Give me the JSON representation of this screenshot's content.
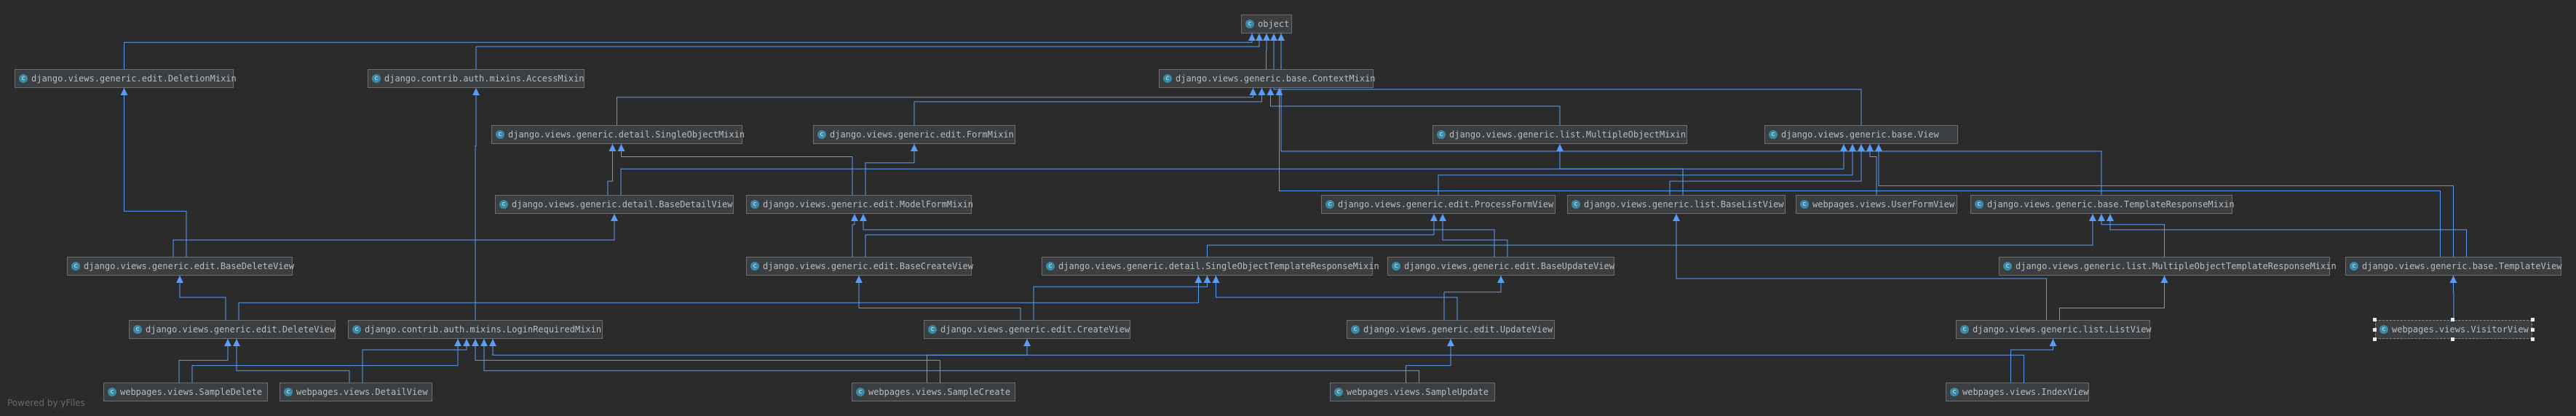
{
  "diagram": {
    "nodes": {
      "object": "object",
      "deletion_mixin": "django.views.generic.edit.DeletionMixin",
      "access_mixin": "django.contrib.auth.mixins.AccessMixin",
      "context_mixin": "django.views.generic.base.ContextMixin",
      "single_object_mixin": "django.views.generic.detail.SingleObjectMixin",
      "form_mixin": "django.views.generic.edit.FormMixin",
      "multiple_object_mixin": "django.views.generic.list.MultipleObjectMixin",
      "view": "django.views.generic.base.View",
      "base_detail_view": "django.views.generic.detail.BaseDetailView",
      "model_form_mixin": "django.views.generic.edit.ModelFormMixin",
      "process_form_view": "django.views.generic.edit.ProcessFormView",
      "base_list_view": "django.views.generic.list.BaseListView",
      "user_form_view": "webpages.views.UserFormView",
      "template_response_mixin": "django.views.generic.base.TemplateResponseMixin",
      "base_delete_view": "django.views.generic.edit.BaseDeleteView",
      "base_create_view": "django.views.generic.edit.BaseCreateView",
      "single_object_template_response_mixin": "django.views.generic.detail.SingleObjectTemplateResponseMixin",
      "base_update_view": "django.views.generic.edit.BaseUpdateView",
      "multiple_object_template_response_mixin": "django.views.generic.list.MultipleObjectTemplateResponseMixin",
      "template_view": "django.views.generic.base.TemplateView",
      "delete_view": "django.views.generic.edit.DeleteView",
      "login_required_mixin": "django.contrib.auth.mixins.LoginRequiredMixin",
      "create_view": "django.views.generic.edit.CreateView",
      "update_view": "django.views.generic.edit.UpdateView",
      "list_view": "django.views.generic.list.ListView",
      "visitor_view": "webpages.views.VisitorView",
      "sample_delete": "webpages.views.SampleDelete",
      "detail_view": "webpages.views.DetailView",
      "sample_create": "webpages.views.SampleCreate",
      "sample_update": "webpages.views.SampleUpdate",
      "index_view": "webpages.views.IndexView"
    },
    "edges": [
      [
        "deletion_mixin",
        "object"
      ],
      [
        "access_mixin",
        "object"
      ],
      [
        "context_mixin",
        "object"
      ],
      [
        "view",
        "object"
      ],
      [
        "template_response_mixin",
        "object"
      ],
      [
        "single_object_mixin",
        "context_mixin"
      ],
      [
        "form_mixin",
        "context_mixin"
      ],
      [
        "multiple_object_mixin",
        "context_mixin"
      ],
      [
        "template_view",
        "context_mixin"
      ],
      [
        "base_detail_view",
        "single_object_mixin"
      ],
      [
        "model_form_mixin",
        "single_object_mixin"
      ],
      [
        "model_form_mixin",
        "form_mixin"
      ],
      [
        "base_detail_view",
        "view"
      ],
      [
        "process_form_view",
        "view"
      ],
      [
        "base_list_view",
        "view"
      ],
      [
        "user_form_view",
        "view"
      ],
      [
        "template_view",
        "view"
      ],
      [
        "base_list_view",
        "multiple_object_mixin"
      ],
      [
        "base_delete_view",
        "base_detail_view"
      ],
      [
        "base_delete_view",
        "deletion_mixin"
      ],
      [
        "base_create_view",
        "model_form_mixin"
      ],
      [
        "base_update_view",
        "model_form_mixin"
      ],
      [
        "base_create_view",
        "process_form_view"
      ],
      [
        "base_update_view",
        "process_form_view"
      ],
      [
        "single_object_template_response_mixin",
        "template_response_mixin"
      ],
      [
        "multiple_object_template_response_mixin",
        "template_response_mixin"
      ],
      [
        "template_view",
        "template_response_mixin"
      ],
      [
        "delete_view",
        "base_delete_view"
      ],
      [
        "delete_view",
        "single_object_template_response_mixin"
      ],
      [
        "create_view",
        "base_create_view"
      ],
      [
        "create_view",
        "single_object_template_response_mixin"
      ],
      [
        "update_view",
        "base_update_view"
      ],
      [
        "update_view",
        "single_object_template_response_mixin"
      ],
      [
        "list_view",
        "base_list_view"
      ],
      [
        "list_view",
        "multiple_object_template_response_mixin"
      ],
      [
        "login_required_mixin",
        "access_mixin"
      ],
      [
        "visitor_view",
        "template_view"
      ],
      [
        "sample_delete",
        "delete_view"
      ],
      [
        "sample_delete",
        "login_required_mixin"
      ],
      [
        "detail_view",
        "delete_view"
      ],
      [
        "detail_view",
        "login_required_mixin"
      ],
      [
        "sample_create",
        "create_view"
      ],
      [
        "sample_create",
        "login_required_mixin"
      ],
      [
        "sample_update",
        "update_view"
      ],
      [
        "sample_update",
        "login_required_mixin"
      ],
      [
        "index_view",
        "list_view"
      ],
      [
        "index_view",
        "login_required_mixin"
      ]
    ],
    "selected_node": "visitor_view",
    "class_icon_glyph": "c"
  },
  "footer": {
    "watermark": "Powered by yFiles"
  },
  "colors": {
    "background": "#2b2b2b",
    "node_fill": "#3c3f41",
    "node_border": "#6e6e6e",
    "node_text": "#bbbbbb",
    "class_icon": "#3a8aa8",
    "edge": "#589df6"
  }
}
